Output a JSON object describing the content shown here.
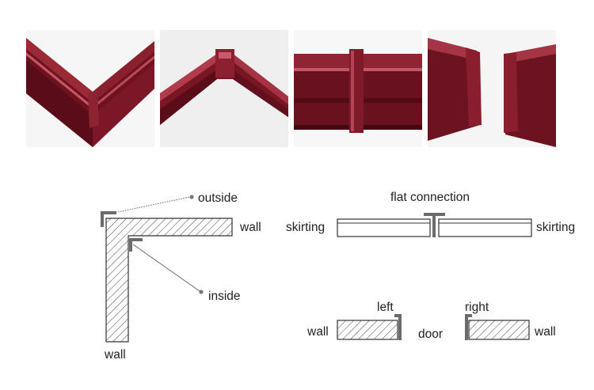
{
  "photos": [
    {
      "name": "outside-corner-photo"
    },
    {
      "name": "inside-corner-photo"
    },
    {
      "name": "flat-connection-photo"
    },
    {
      "name": "end-caps-photo"
    }
  ],
  "diagram": {
    "corner": {
      "outside_label": "outside",
      "inside_label": "inside",
      "wall_top_label": "wall",
      "wall_bottom_label": "wall"
    },
    "flat": {
      "title": "flat connection",
      "left_label": "skirting",
      "right_label": "skirting"
    },
    "door": {
      "left_label": "left",
      "right_label": "right",
      "door_label": "door",
      "wall_left_label": "wall",
      "wall_right_label": "wall"
    }
  },
  "colors": {
    "skirting": "#7a1524",
    "skirting_dark": "#4e0b14",
    "skirting_light": "#b8404e",
    "hatch": "#444444",
    "profile": "#6b6b6b"
  }
}
